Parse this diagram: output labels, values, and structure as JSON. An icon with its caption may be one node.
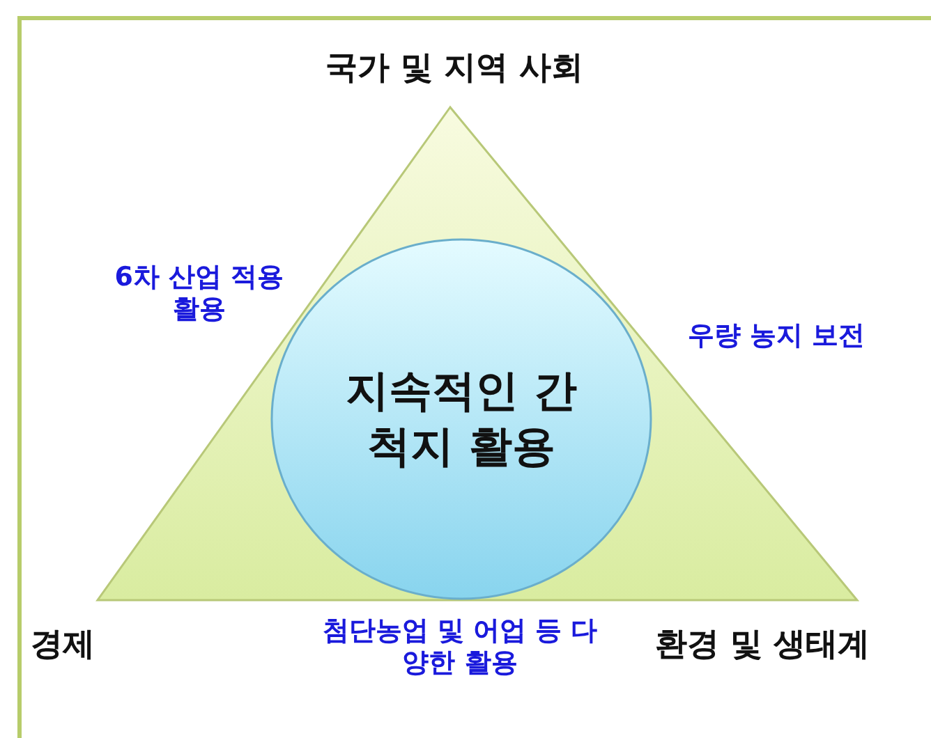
{
  "diagram": {
    "nodes": [
      {
        "text": [
          "지속적인 간척지 활용"
        ]
      }
    ],
    "labels": [
      "국가 및 지역 사회",
      "6차 산업 적용 활용",
      "우량 농지 보전",
      "경제",
      "첨단농업 및 어업 등 다양한 활용",
      "환경 및 생태계"
    ]
  }
}
